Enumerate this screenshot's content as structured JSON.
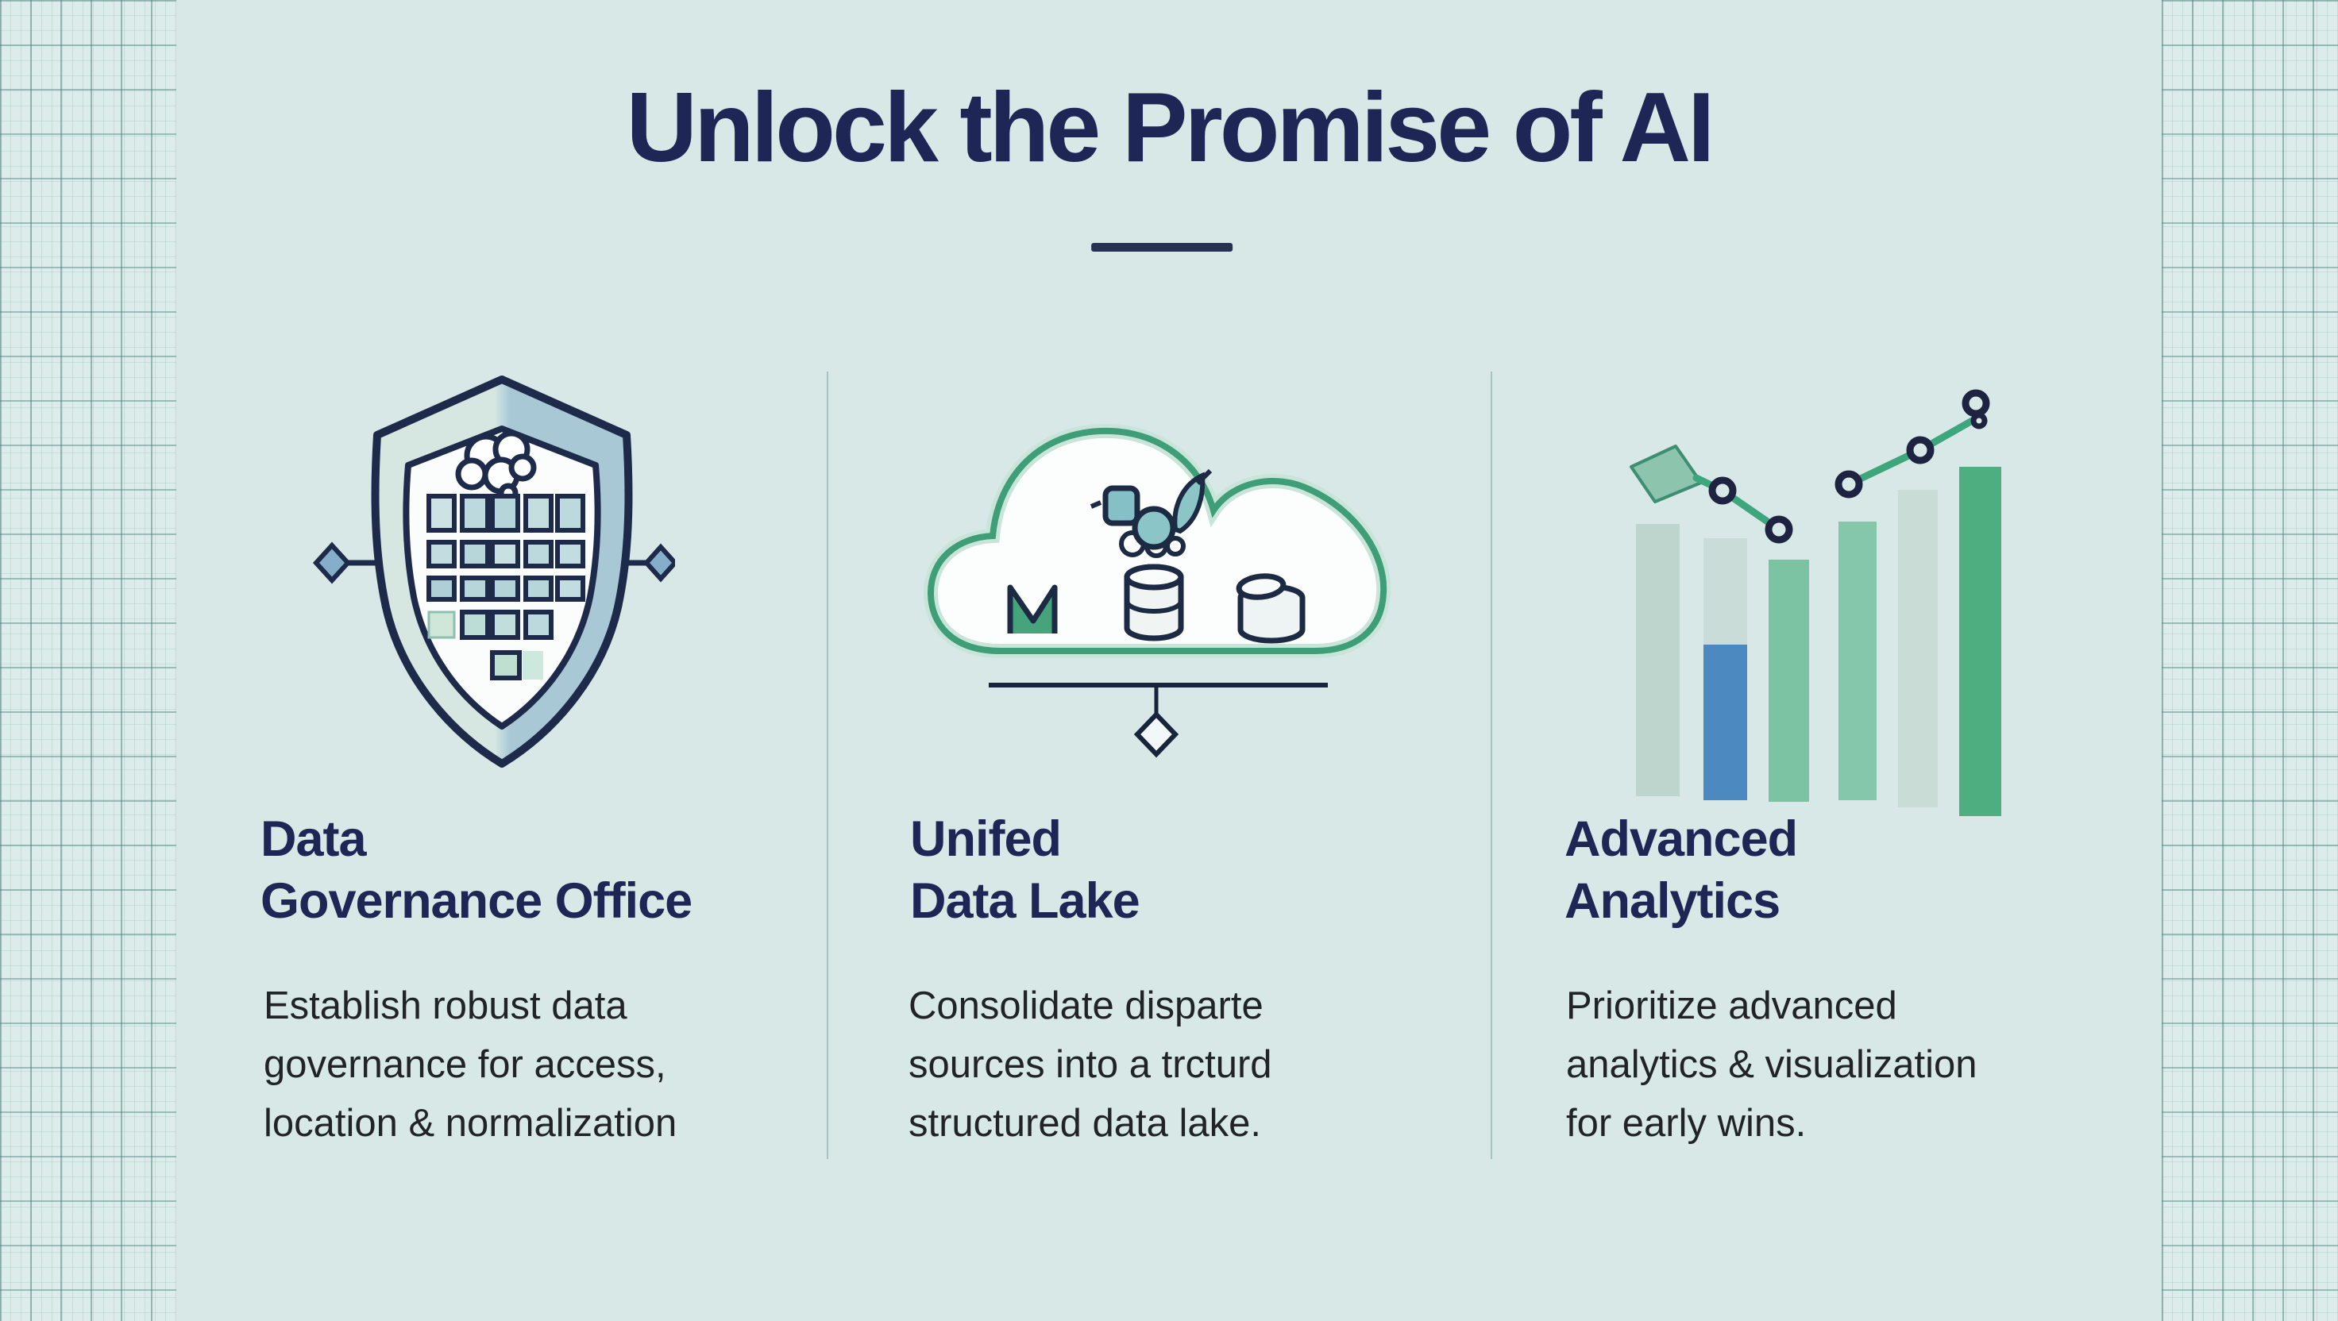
{
  "page": {
    "title": "Unlock the Promise of AI",
    "background_color": "#d8e8e7",
    "title_color": "#1d2655",
    "accent_navy": "#1d2a4a",
    "accent_green": "#3d9e77",
    "accent_blue": "#4c89c0",
    "grid_strip_color": "#dcecea"
  },
  "columns": [
    {
      "id": "data-governance",
      "icon": "shield-data-grid-icon",
      "heading": "Data\nGovernance Office",
      "body": "Establish robust data\ngovernance for access,\nlocation & normalization"
    },
    {
      "id": "unified-data-lake",
      "icon": "cloud-data-lake-icon",
      "heading": "Unifed\nData Lake",
      "body": "Consolidate disparte\nsources into a trcturd\nstructured data lake."
    },
    {
      "id": "advanced-analytics",
      "icon": "bar-chart-trend-icon",
      "heading": "Advanced\nAnalytics",
      "body": "Prioritize advanced\nanalytics & visualization\nfor early wins."
    }
  ],
  "analytics_icon_chart": {
    "type": "bar",
    "bars": 6,
    "bar_relative_heights": [
      0.78,
      0.75,
      0.69,
      0.79,
      0.89,
      1.0
    ],
    "bar_colors": [
      "#bdd5cc",
      "#cadcd8",
      "#7cc3a4",
      "#85c7aa",
      "#c9dcd5",
      "#4fae80"
    ],
    "blue_segment_color": "#4c89c0",
    "trend_line_color": "#3da67c",
    "marker_color": "#1d2340",
    "trend_lines": [
      "descending-with-pennant",
      "ascending-with-markers"
    ]
  }
}
